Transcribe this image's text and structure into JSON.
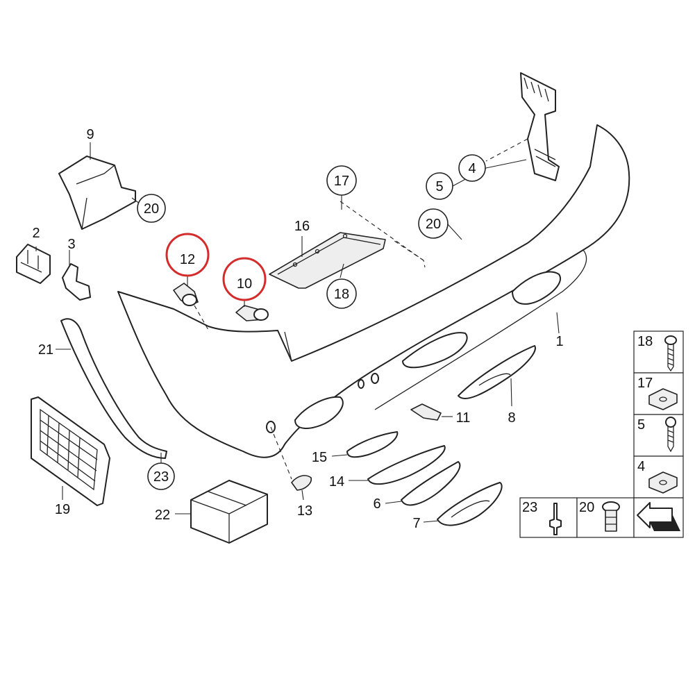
{
  "callouts": [
    {
      "id": "c1",
      "label": "1"
    },
    {
      "id": "c2",
      "label": "2"
    },
    {
      "id": "c3",
      "label": "3"
    },
    {
      "id": "c4",
      "label": "4"
    },
    {
      "id": "c5",
      "label": "5"
    },
    {
      "id": "c6",
      "label": "6"
    },
    {
      "id": "c7",
      "label": "7"
    },
    {
      "id": "c8",
      "label": "8"
    },
    {
      "id": "c9",
      "label": "9"
    },
    {
      "id": "c10",
      "label": "10"
    },
    {
      "id": "c11",
      "label": "11"
    },
    {
      "id": "c12",
      "label": "12"
    },
    {
      "id": "c13",
      "label": "13"
    },
    {
      "id": "c14",
      "label": "14"
    },
    {
      "id": "c15",
      "label": "15"
    },
    {
      "id": "c16",
      "label": "16"
    },
    {
      "id": "c17",
      "label": "17"
    },
    {
      "id": "c18",
      "label": "18"
    },
    {
      "id": "c19",
      "label": "19"
    },
    {
      "id": "c20a",
      "label": "20"
    },
    {
      "id": "c20b",
      "label": "20"
    },
    {
      "id": "c21",
      "label": "21"
    },
    {
      "id": "c22",
      "label": "22"
    },
    {
      "id": "c23",
      "label": "23"
    }
  ],
  "legend": {
    "r18": "18",
    "r17": "17",
    "r5": "5",
    "r4": "4",
    "b23": "23",
    "b20": "20"
  },
  "colors": {
    "highlight": "#d42b2b",
    "ink": "#222222"
  },
  "icons": [
    "screw-icon",
    "clip-nut-icon",
    "rivet-icon",
    "push-clip-icon",
    "arrow-icon"
  ]
}
